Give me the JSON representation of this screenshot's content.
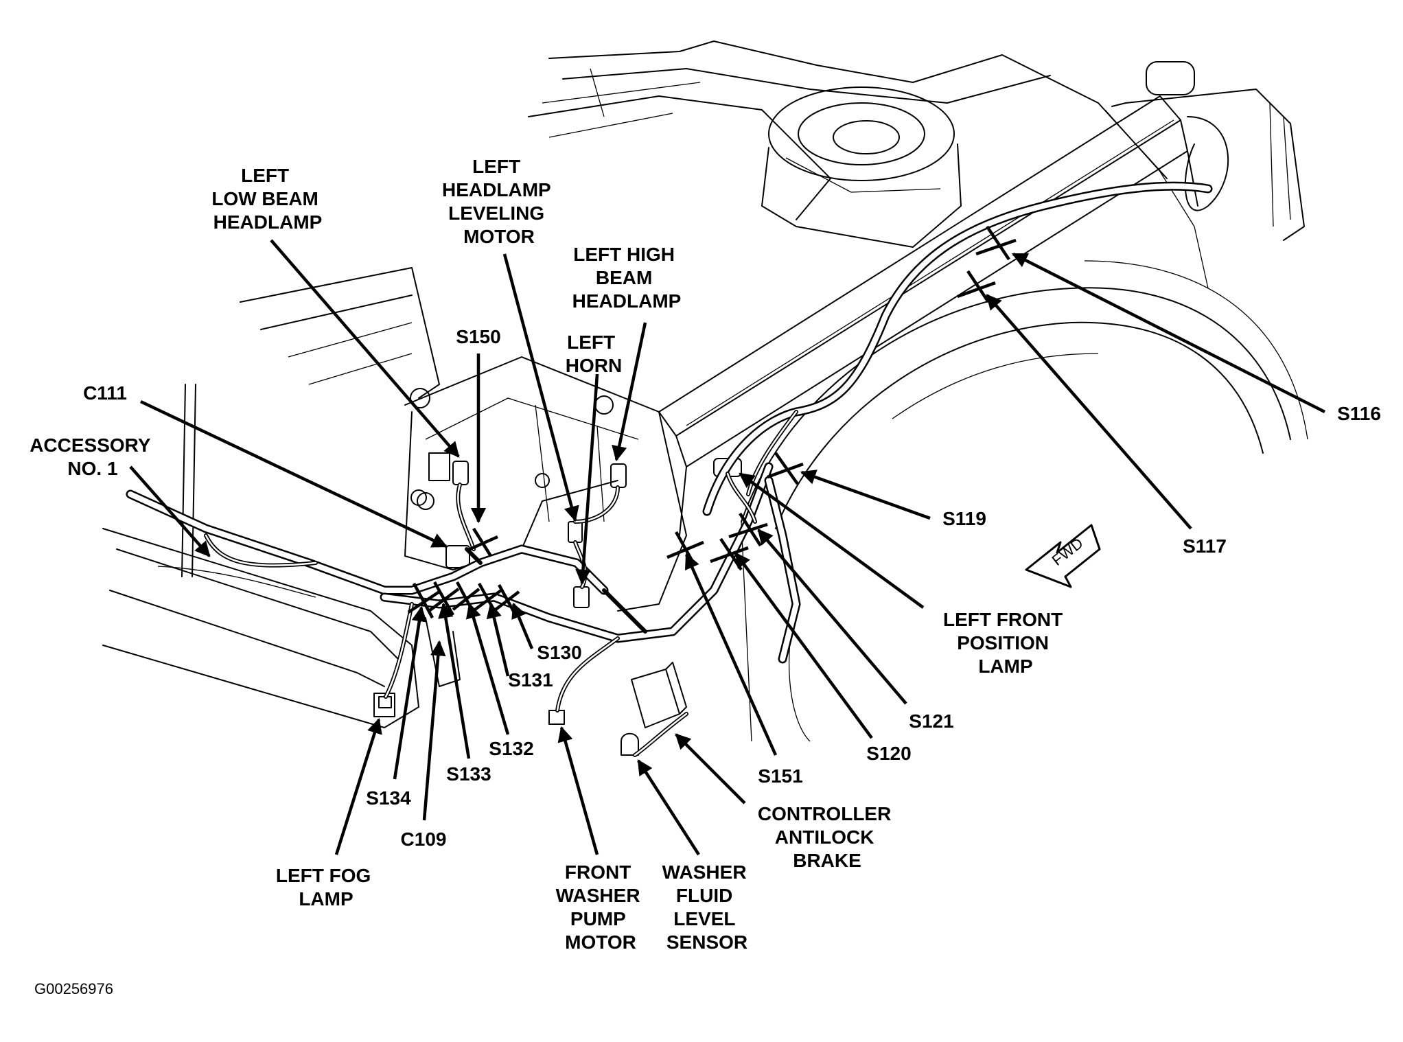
{
  "figure_id": "G00256976",
  "fwd_label": "FWD",
  "labels": {
    "left_low_beam_headlamp": [
      "LEFT",
      "LOW BEAM",
      "HEADLAMP"
    ],
    "left_headlamp_leveling_motor": [
      "LEFT",
      "HEADLAMP",
      "LEVELING",
      "MOTOR"
    ],
    "left_high_beam_headlamp": [
      "LEFT HIGH",
      "BEAM",
      "HEADLAMP"
    ],
    "left_horn": [
      "LEFT",
      "HORN"
    ],
    "s150": "S150",
    "c111": "C111",
    "accessory_no_1": [
      "ACCESSORY",
      "NO. 1"
    ],
    "s116": "S116",
    "s117": "S117",
    "s119": "S119",
    "left_front_position_lamp": [
      "LEFT FRONT",
      "POSITION",
      "LAMP"
    ],
    "s121": "S121",
    "s120": "S120",
    "s151": "S151",
    "s130": "S130",
    "s131": "S131",
    "s132": "S132",
    "s133": "S133",
    "s134": "S134",
    "c109": "C109",
    "left_fog_lamp": [
      "LEFT FOG",
      "LAMP"
    ],
    "front_washer_pump_motor": [
      "FRONT",
      "WASHER",
      "PUMP",
      "MOTOR"
    ],
    "washer_fluid_level_sensor": [
      "WASHER",
      "FLUID",
      "LEVEL",
      "SENSOR"
    ],
    "controller_antilock_brake": [
      "CONTROLLER",
      "ANTILOCK",
      "BRAKE"
    ]
  }
}
